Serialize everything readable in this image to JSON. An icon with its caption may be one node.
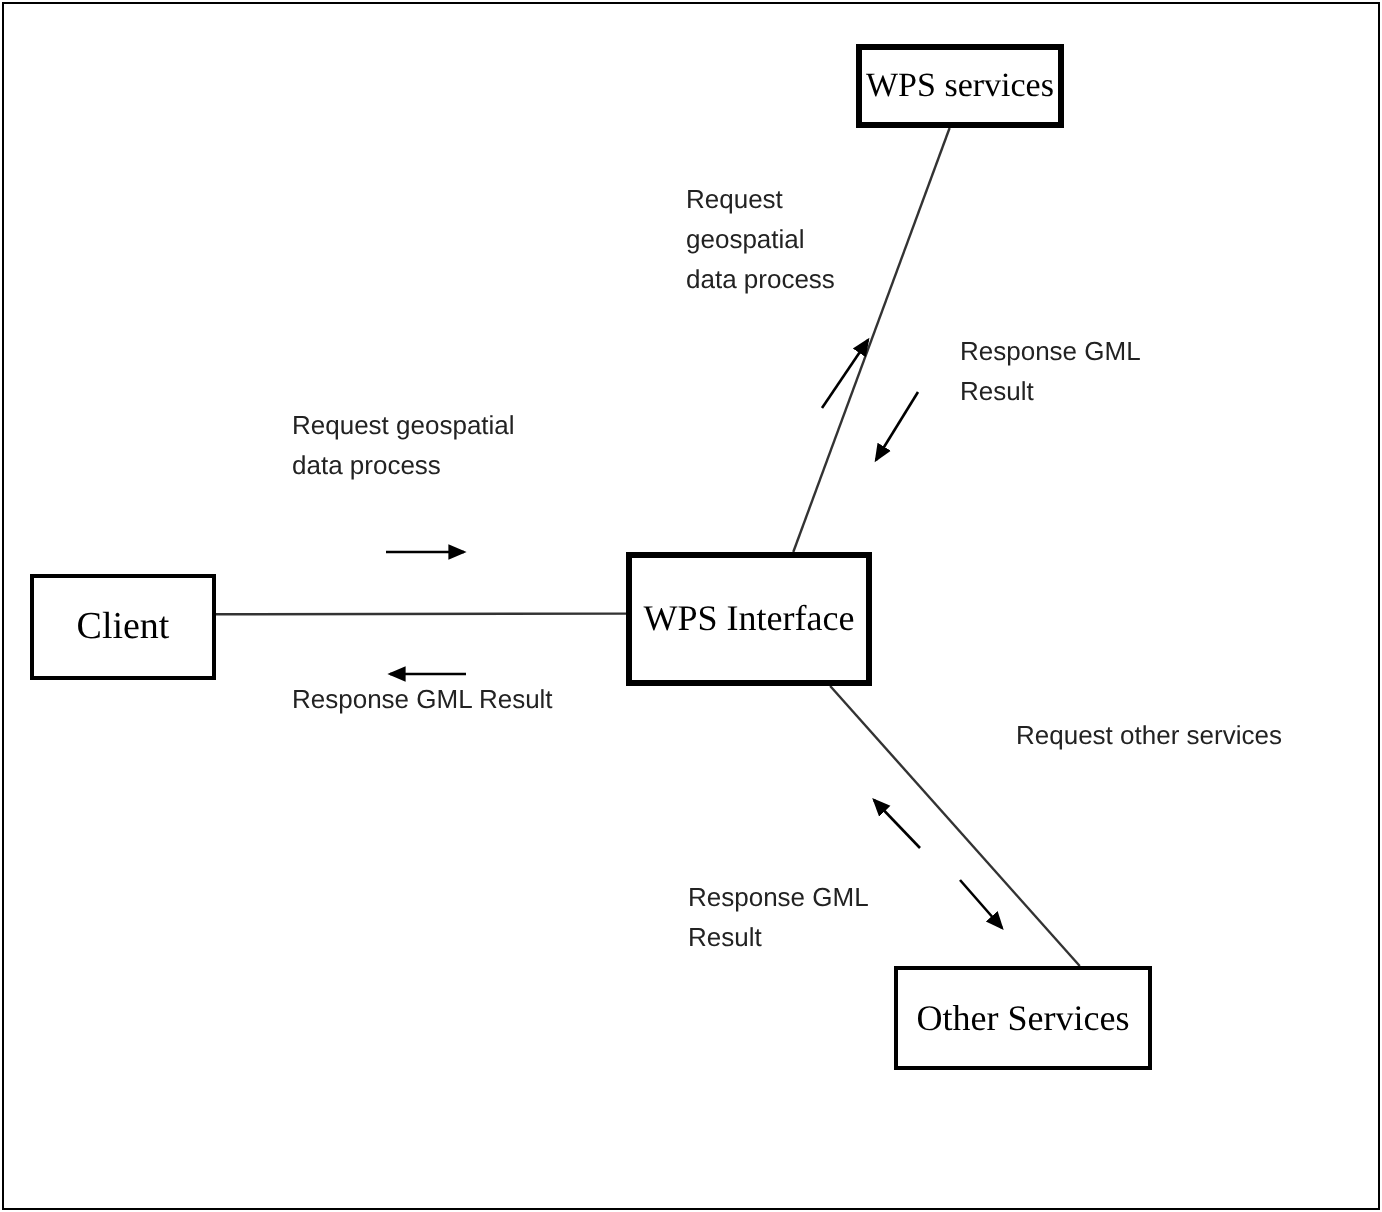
{
  "diagram": {
    "nodes": [
      {
        "text": [
          "Client"
        ]
      },
      {
        "text": [
          "WPS Interface"
        ]
      },
      {
        "text": [
          "WPS services"
        ]
      },
      {
        "text": [
          "Other Services"
        ]
      }
    ],
    "edges": [
      {
        "from": 0,
        "to": 1,
        "arrow": "none"
      },
      {
        "from": 1,
        "to": 2,
        "arrow": "none"
      },
      {
        "from": 1,
        "to": 3,
        "arrow": "none"
      }
    ],
    "labels": [
      "Request geospatial data process",
      "Response GML Result",
      "Request geospatial data process",
      "Response GML Result",
      "Request other services",
      "Response GML Result"
    ]
  }
}
